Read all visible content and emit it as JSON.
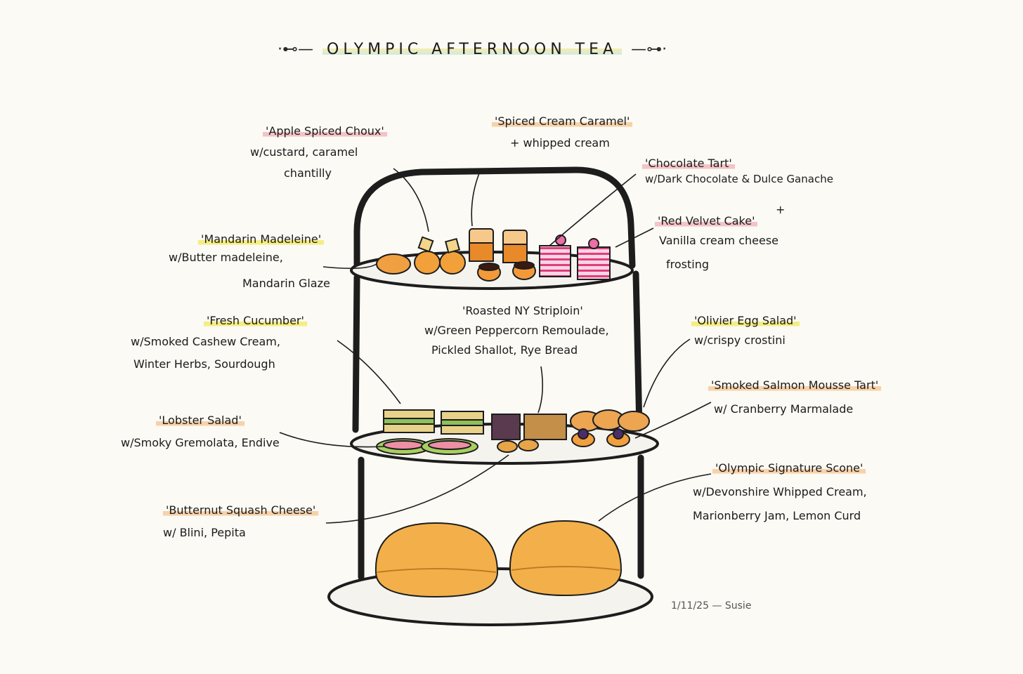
{
  "title": "OLYMPIC AFTERNOON TEA",
  "title_ornament_left": "·⊷—",
  "title_ornament_right": "—⊶·",
  "signature": "1/11/25 — Susie",
  "colors": {
    "ink": "#1a1a1a",
    "paper": "#fbfaf4",
    "scone": "#f3b04a",
    "pink_highlight": "#ec96a0",
    "orange_highlight": "#f4b06e",
    "yellow_highlight": "#f0e646"
  },
  "items": {
    "apple_choux": {
      "name": "'Apple Spiced Choux'",
      "desc1": "w/custard, caramel",
      "desc2": "chantilly"
    },
    "spiced_caramel": {
      "name": "'Spiced Cream Caramel'",
      "desc1": "+ whipped cream"
    },
    "chocolate_tart": {
      "name": "'Chocolate Tart'",
      "desc1": "w/Dark Chocolate & Dulce Ganache"
    },
    "red_velvet": {
      "name": "'Red Velvet Cake'",
      "plus": "+",
      "desc1": "Vanilla cream cheese",
      "desc2": "frosting"
    },
    "mandarin_madeleine": {
      "name": "'Mandarin Madeleine'",
      "desc1": "w/Butter madeleine,",
      "desc2": "Mandarin Glaze"
    },
    "striploin": {
      "name": "'Roasted NY Striploin'",
      "desc1": "w/Green Peppercorn Remoulade,",
      "desc2": "Pickled Shallot, Rye Bread"
    },
    "cucumber": {
      "name": "'Fresh Cucumber'",
      "desc1": "w/Smoked Cashew Cream,",
      "desc2": "Winter Herbs, Sourdough"
    },
    "olivier": {
      "name": "'Olivier Egg Salad'",
      "desc1": "w/crispy crostini"
    },
    "salmon": {
      "name": "'Smoked Salmon Mousse Tart'",
      "desc1": "w/ Cranberry Marmalade"
    },
    "lobster": {
      "name": "'Lobster Salad'",
      "desc1": "w/Smoky Gremolata, Endive"
    },
    "scone": {
      "name": "'Olympic Signature Scone'",
      "desc1": "w/Devonshire Whipped Cream,",
      "desc2": "Marionberry Jam, Lemon Curd"
    },
    "butternut": {
      "name": "'Butternut Squash Cheese'",
      "desc1": "w/ Blini, Pepita"
    }
  }
}
